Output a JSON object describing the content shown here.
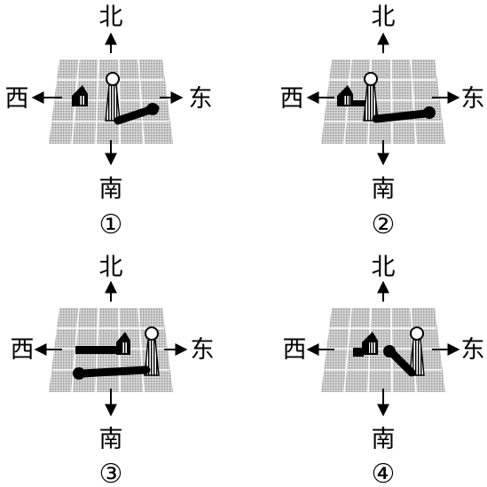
{
  "directions": {
    "north": "北",
    "south": "南",
    "east": "东",
    "west": "西"
  },
  "panels": [
    {
      "label": "①"
    },
    {
      "label": "②"
    },
    {
      "label": "③"
    },
    {
      "label": "④"
    }
  ],
  "colors": {
    "ink": "#000000",
    "ground": "#a8a8a8",
    "ground_light": "#d0d0d0",
    "grid": "#ffffff"
  }
}
